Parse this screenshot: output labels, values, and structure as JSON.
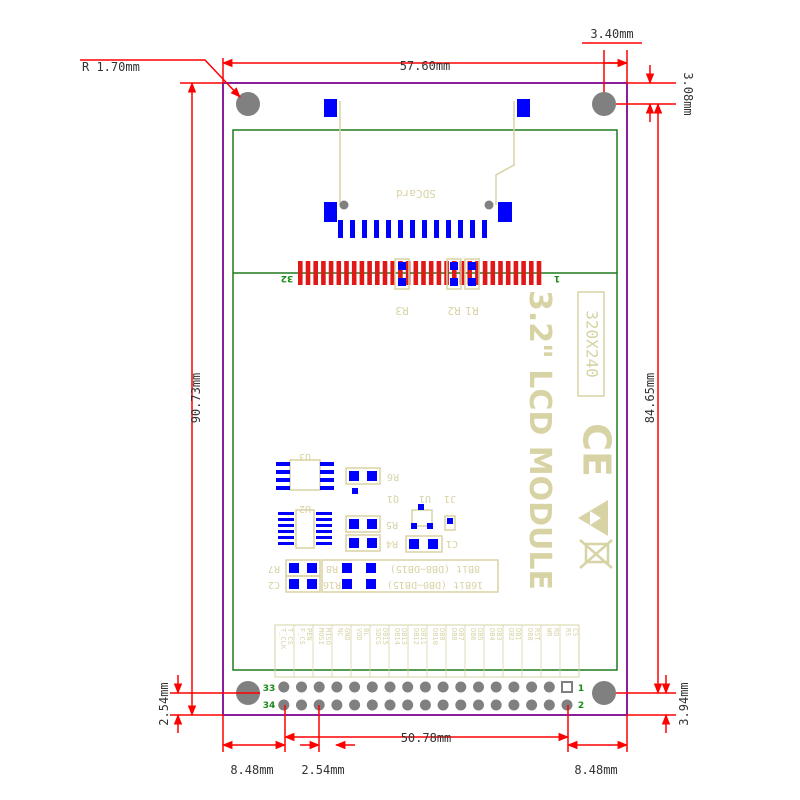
{
  "dimensions": {
    "corner_radius": "R 1.70mm",
    "width": "57.60mm",
    "hole_offset_x": "3.40mm",
    "hole_offset_y_top": "3.08mm",
    "total_height": "90.73mm",
    "hole_pitch_y": "84.65mm",
    "header_offset_bottom": "2.54mm",
    "hole_offset_y_bottom": "3.94mm",
    "header_length": "50.78mm",
    "left_margin": "8.48mm",
    "pin_pitch": "2.54mm",
    "right_margin": "8.48mm"
  },
  "silkscreen": {
    "sdcard": "SDCard",
    "title": "3.2\" LCD MODULE",
    "resolution": "320X240",
    "ce_mark": "CE",
    "fpc_pin_first": "1",
    "fpc_pin_last": "32",
    "r1": "R1",
    "r2": "R2",
    "r3": "R3",
    "u3": "U3",
    "u2": "U2",
    "u1": "U1",
    "j1": "J1",
    "q1": "Q1",
    "r4": "R4",
    "r5": "R5",
    "r6": "R6",
    "r7": "R7",
    "r8": "R8",
    "r16": "R16",
    "c1": "C1",
    "c2": "C2",
    "bus8": "8Bit (DB8~DB15)",
    "bus16": "16Bit (DB0~DB15)"
  },
  "header": {
    "pin_labels": [
      "1",
      "2",
      "33",
      "34"
    ],
    "signals_row1": [
      "CS",
      "RD",
      "RST",
      "DB1",
      "DB3",
      "DB5",
      "DB7",
      "DB9",
      "DB11",
      "DB13",
      "DB15",
      "BL",
      "GND",
      "MISO",
      "PEN",
      "T_CS"
    ],
    "signals_row2": [
      "RS",
      "WR",
      "DB0",
      "DB2",
      "DB4",
      "DB6",
      "DB8",
      "DB10",
      "DB12",
      "DB14",
      "SDCS",
      "VDD",
      "NC",
      "MOSI",
      "F_CS",
      "T_CLK"
    ]
  },
  "colors": {
    "dimension_line": "#ff0000",
    "board_outline": "#8a1f9e",
    "silkscreen": "#d8d3a5",
    "copper_pad": "#0000ff",
    "fpc_pad": "#e01818",
    "layer_green": "#1f7a1f",
    "hole": "#808080"
  }
}
